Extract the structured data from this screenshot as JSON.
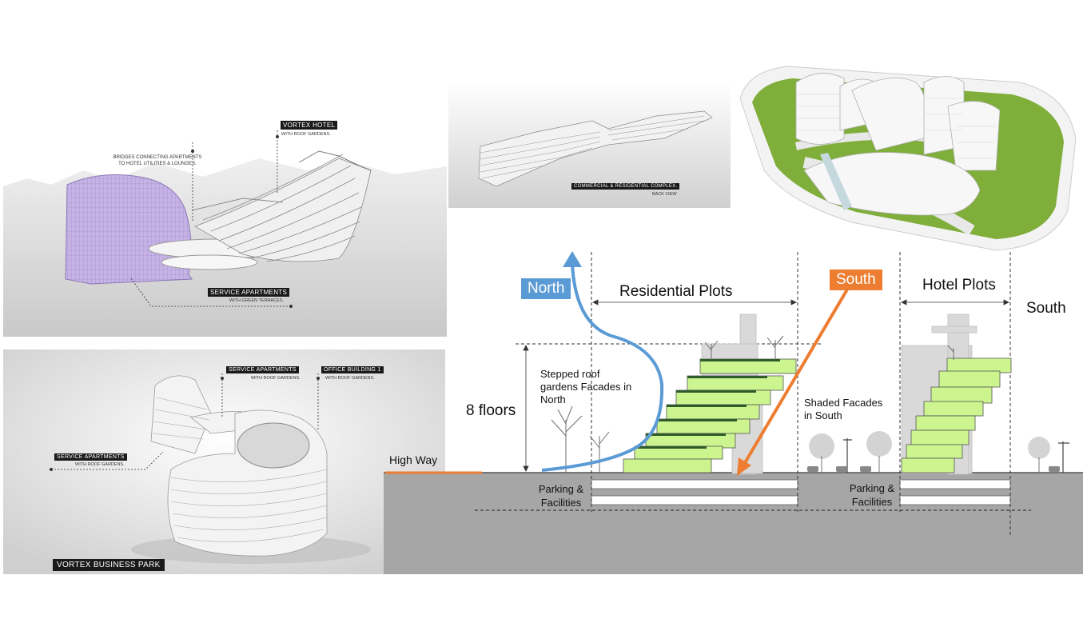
{
  "panel_top_left": {
    "tag_hotel": "VORTEX HOTEL",
    "tag_hotel_sub": "WITH ROOF GARDENS.",
    "bridges_caption": "BRIDGES CONNECTING APARTMENTS TO HOTEL UTILITIES & LOUNGES.",
    "tag_service": "SERVICE APARTMENTS",
    "tag_service_sub": "WITH GREEN TERRACES."
  },
  "panel_top_middle": {
    "caption_main": "COMMERCIAL & RESIDENTIAL COMPLEX.",
    "caption_sub": "BACK VIEW"
  },
  "panel_bottom_left": {
    "tag_service_top": "SERVICE APARTMENTS",
    "tag_service_top_sub": "WITH ROOF GARDENS.",
    "tag_office": "OFFICE BUILDING 1",
    "tag_office_sub": "WITH ROOF GARDENS.",
    "tag_service_left": "SERVICE APARTMENTS",
    "tag_service_left_sub": "WITH ROOF GARDENS.",
    "tag_park": "VORTEX BUSINESS PARK"
  },
  "section": {
    "north_label": "North",
    "south_label": "South",
    "residential_label": "Residential Plots",
    "hotel_label": "Hotel Plots",
    "south_right": "South",
    "floors_label": "8 floors",
    "stepped_label": "Stepped roof gardens Facades in North",
    "shaded_label": "Shaded Facades in South",
    "highway_label": "High Way",
    "parking_left": "Parking & Facilities",
    "parking_right": "Parking & Facilities",
    "colors": {
      "north": "#5b9bd5",
      "south": "#ed7d31",
      "green": "#ccf58f",
      "ground": "#a6a6a6"
    }
  }
}
